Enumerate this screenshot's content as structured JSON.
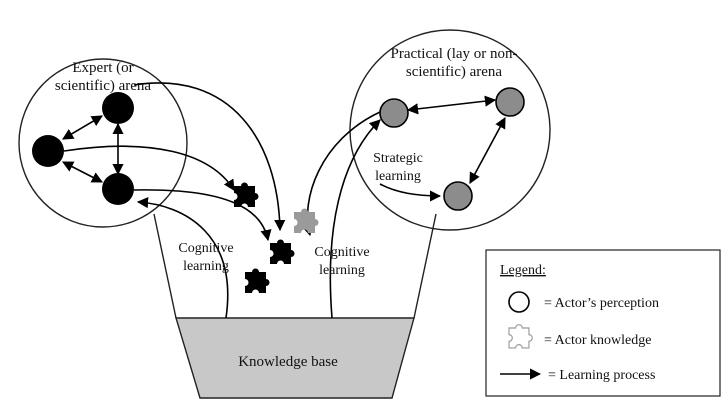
{
  "arenas": {
    "expert": {
      "title_line1": "Expert (or",
      "title_line2": "scientific) arena"
    },
    "practical": {
      "title_line1": "Practical (lay or non-",
      "title_line2": "scientific) arena"
    }
  },
  "process_labels": {
    "strategic": {
      "line1": "Strategic",
      "line2": "learning"
    },
    "cognitive_left": {
      "line1": "Cognitive",
      "line2": "learning"
    },
    "cognitive_right": {
      "line1": "Cognitive",
      "line2": "learning"
    }
  },
  "funnel": {
    "label": "Knowledge base",
    "fill": "#c8c8c8"
  },
  "legend": {
    "title": "Legend:",
    "perception": "= Actor’s perception",
    "knowledge": "= Actor knowledge",
    "process": "= Learning process"
  },
  "colors": {
    "expert_node": "#000000",
    "practical_node": "#8c8c8c",
    "puzzle_dark": "#000000",
    "puzzle_grey": "#9a9a9a"
  },
  "icons": {
    "node": "circle",
    "knowledge": "puzzle-piece",
    "process": "arrow"
  }
}
